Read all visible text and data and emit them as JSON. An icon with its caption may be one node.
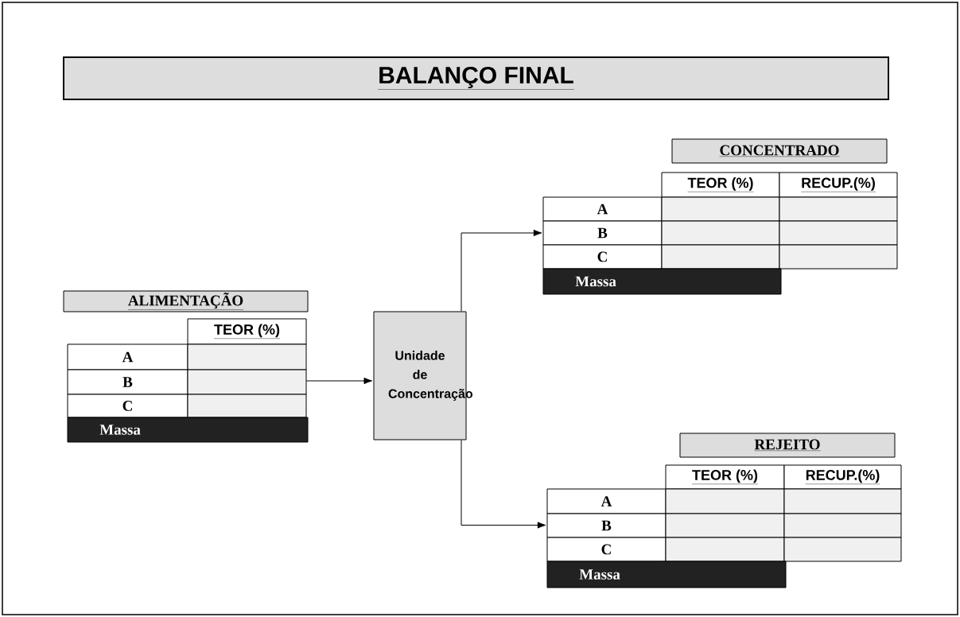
{
  "diagram": {
    "title": "BALANÇO FINAL",
    "nodes": [
      {
        "text": [
          "ALIMENTAÇÃO",
          "TEOR (%)",
          "A",
          "B",
          "C",
          "Massa"
        ]
      },
      {
        "text": [
          "Unidade de Concentração"
        ]
      },
      {
        "text": [
          "CONCENTRADO",
          "TEOR (%)",
          "RECUP.(%)",
          "A",
          "B",
          "C",
          "Massa"
        ]
      },
      {
        "text": [
          "REJEITO",
          "TEOR (%)",
          "RECUP.(%)",
          "A",
          "B",
          "C",
          "Massa"
        ]
      }
    ],
    "edges": [
      {
        "from": 0,
        "to": 1,
        "arrow": "to"
      },
      {
        "from": 1,
        "to": 2,
        "arrow": "to"
      },
      {
        "from": 1,
        "to": 3,
        "arrow": "to"
      }
    ]
  }
}
